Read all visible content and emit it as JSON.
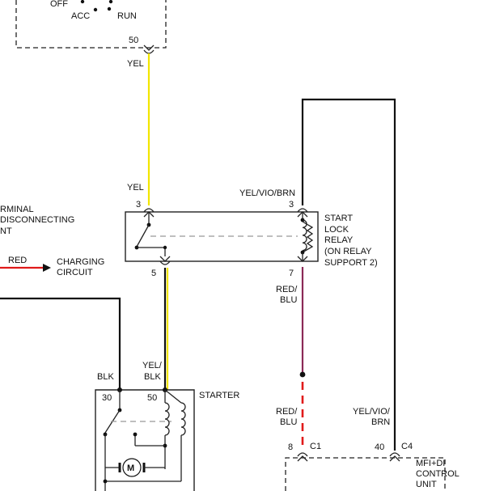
{
  "ignition_switch": {
    "positions": [
      "OFF",
      "ACC",
      "RUN"
    ],
    "terminal": "50"
  },
  "labels": {
    "yel_top": "YEL",
    "yel_mid": "YEL",
    "yel_vio_brn_top": "YEL/VIO/BRN",
    "terminal_disconnect": [
      "RMINAL",
      "DISCONNECTING",
      "NT"
    ],
    "red": "RED",
    "charging_circuit": [
      "CHARGING",
      "CIRCUIT"
    ],
    "red_blu_1": [
      "RED/",
      "BLU"
    ],
    "red_blu_2": [
      "RED/",
      "BLU"
    ],
    "blk": "BLK",
    "yel_blk": [
      "YEL/",
      "BLK"
    ],
    "yel_vio_brn_bottom": [
      "YEL/VIO/",
      "BRN"
    ]
  },
  "start_lock_relay": {
    "name": [
      "START",
      "LOCK",
      "RELAY",
      "(ON RELAY",
      "SUPPORT 2)"
    ],
    "pins": {
      "in_left": "3",
      "in_right": "3",
      "out_left": "5",
      "out_right": "7"
    }
  },
  "starter": {
    "name": "STARTER",
    "pins": {
      "left": "30",
      "right": "50"
    },
    "motor": "M"
  },
  "control_unit": {
    "name": [
      "MFI+DI",
      "CONTROL",
      "UNIT"
    ],
    "pins": [
      "8",
      "40"
    ],
    "connectors": [
      "C1",
      "C4"
    ]
  },
  "colors": {
    "yellow": "#f2e600",
    "red": "#e01a1a",
    "red_blue": "#8b2a57",
    "black": "#111111"
  }
}
